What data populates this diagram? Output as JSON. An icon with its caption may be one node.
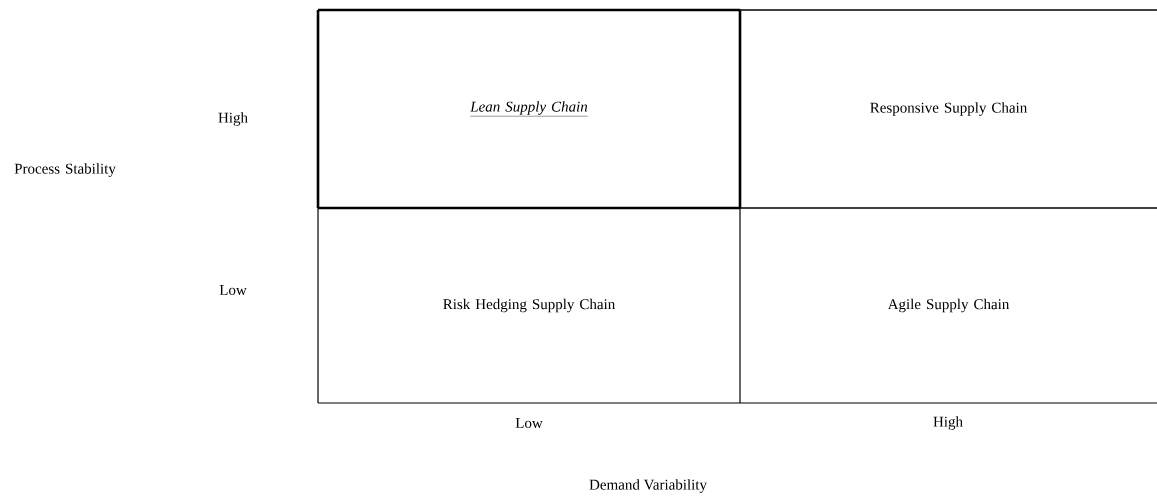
{
  "diagram": {
    "nodes": [
      {
        "text": [
          "Lean Supply Chain"
        ]
      },
      {
        "text": [
          "Responsive Supply Chain"
        ]
      },
      {
        "text": [
          "Risk Hedging Supply Chain"
        ]
      },
      {
        "text": [
          "Agile Supply Chain"
        ]
      }
    ],
    "edges": [],
    "labels": [
      "High",
      "Process Stability",
      "Low",
      "Low",
      "High",
      "Demand Variability"
    ]
  }
}
